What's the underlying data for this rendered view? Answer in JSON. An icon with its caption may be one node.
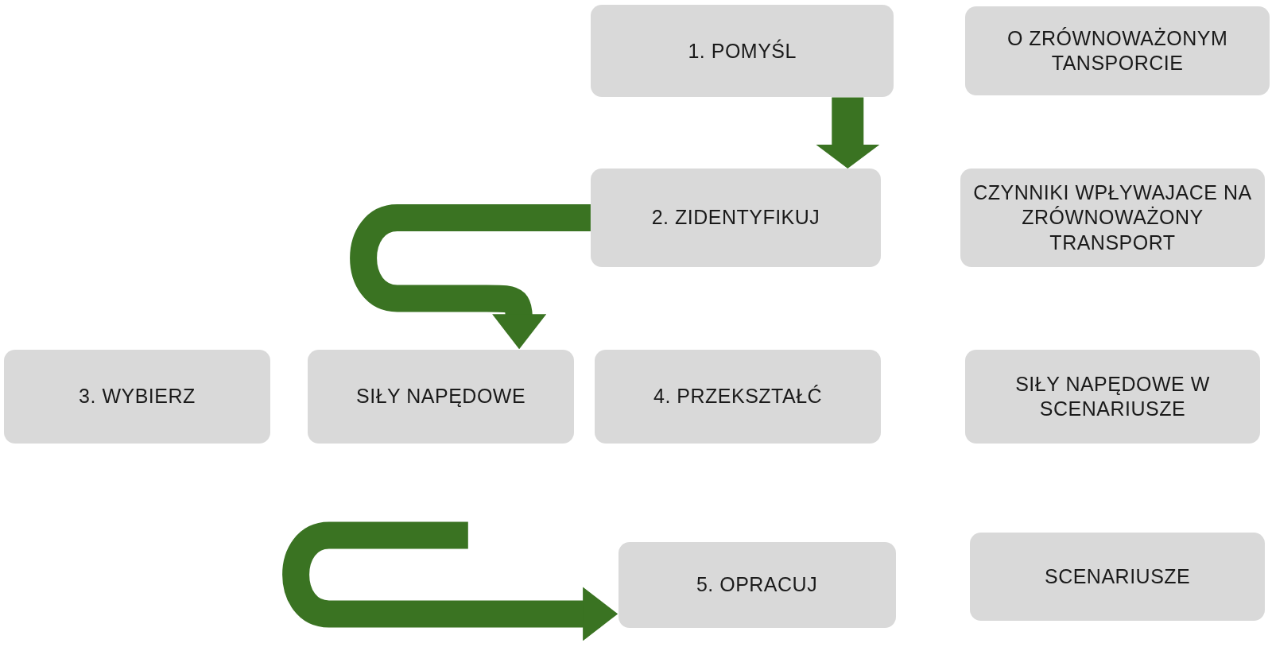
{
  "diagram": {
    "nodes": [
      {
        "text": [
          "1. POMYŚL"
        ]
      },
      {
        "text": [
          "O ZRÓWNOWAŻONYM TANSPORCIE"
        ]
      },
      {
        "text": [
          "2. ZIDENTYFIKUJ"
        ]
      },
      {
        "text": [
          "CZYNNIKI WPŁYWAJACE NA ZRÓWNOWAŻONY TRANSPORT"
        ]
      },
      {
        "text": [
          "3. WYBIERZ"
        ]
      },
      {
        "text": [
          "SIŁY NAPĘDOWE"
        ]
      },
      {
        "text": [
          "4. PRZEKSZTAŁĆ"
        ]
      },
      {
        "text": [
          "SIŁY NAPĘDOWE W SCENARIUSZE"
        ]
      },
      {
        "text": [
          "5. OPRACUJ"
        ]
      },
      {
        "text": [
          "SCENARIUSZE"
        ]
      }
    ],
    "edges": [
      {
        "from": 0,
        "to": 2,
        "arrow": "to"
      },
      {
        "from": 2,
        "to": 5,
        "arrow": "to"
      },
      {
        "from": null,
        "to": 8,
        "arrow": "to"
      }
    ]
  }
}
